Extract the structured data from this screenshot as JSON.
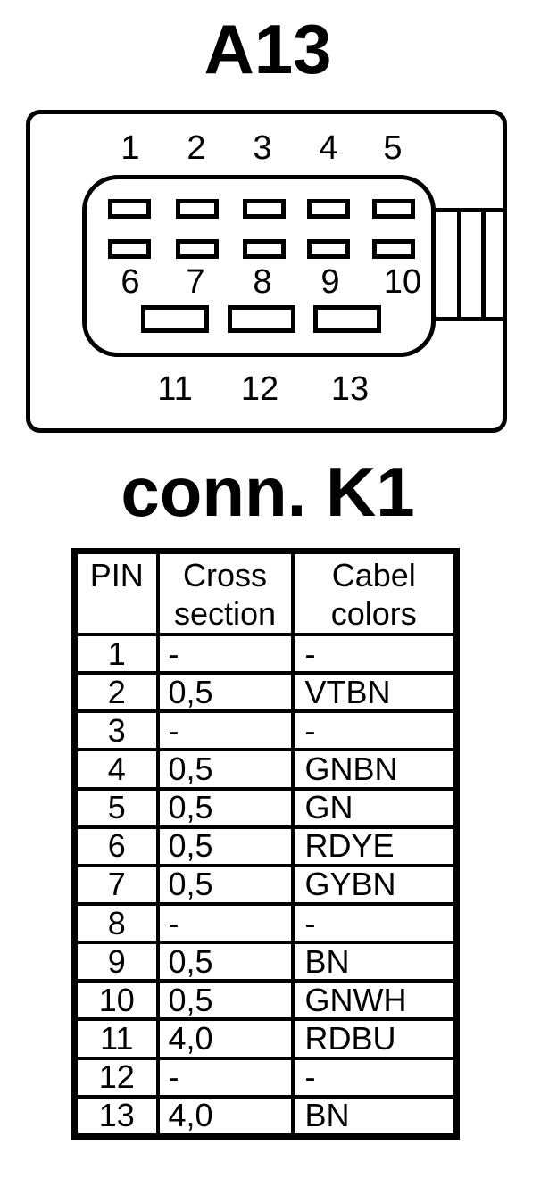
{
  "titles": {
    "connector": "A13",
    "connection": "conn. K1"
  },
  "connector": {
    "top_labels": [
      "1",
      "2",
      "3",
      "4",
      "5"
    ],
    "mid_labels": [
      "6",
      "7",
      "8",
      "9",
      "10"
    ],
    "bottom_labels": [
      "11",
      "12",
      "13"
    ]
  },
  "table": {
    "columns": [
      "PIN",
      "Cross section",
      "Cabel colors"
    ],
    "rows": [
      [
        "1",
        "-",
        "-"
      ],
      [
        "2",
        "0,5",
        "VTBN"
      ],
      [
        "3",
        "-",
        "-"
      ],
      [
        "4",
        "0,5",
        "GNBN"
      ],
      [
        "5",
        "0,5",
        "GN"
      ],
      [
        "6",
        "0,5",
        "RDYE"
      ],
      [
        "7",
        "0,5",
        "GYBN"
      ],
      [
        "8",
        "-",
        "-"
      ],
      [
        "9",
        "0,5",
        "BN"
      ],
      [
        "10",
        "0,5",
        "GNWH"
      ],
      [
        "11",
        "4,0",
        "RDBU"
      ],
      [
        "12",
        "-",
        "-"
      ],
      [
        "13",
        "4,0",
        "BN"
      ]
    ]
  },
  "colors": {
    "line": "#000000",
    "background": "#ffffff"
  }
}
